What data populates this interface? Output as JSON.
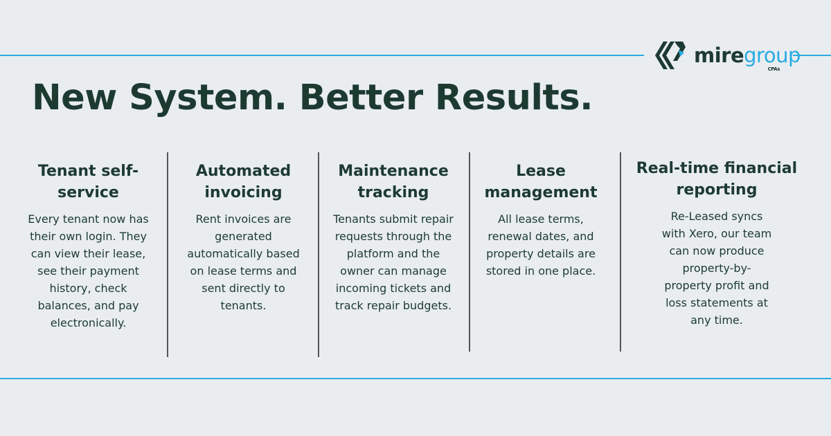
{
  "brand": {
    "name_part1": "mire",
    "name_part2": "group",
    "suffix": "CPAs",
    "accent": "#29abe2",
    "text_color": "#1d3a31"
  },
  "title": "New System. Better Results.",
  "features": [
    {
      "heading": "Tenant self-service",
      "body": "Every tenant now has their own login. They can view their lease, see their payment history, check balances, and pay electronically."
    },
    {
      "heading": "Automated invoicing",
      "body": "Rent invoices are generated automatically based on lease terms and sent directly to tenants."
    },
    {
      "heading": "Maintenance tracking",
      "body": "Tenants submit repair requests through the platform and the owner can manage incoming tickets and track repair budgets."
    },
    {
      "heading": "Lease management",
      "body": "All lease terms, renewal dates, and property details are stored in one place."
    },
    {
      "heading": "Real-time financial reporting",
      "body": "Re-Leased syncs with Xero, our team can now produce property-by-property profit and loss statements at any time."
    }
  ]
}
